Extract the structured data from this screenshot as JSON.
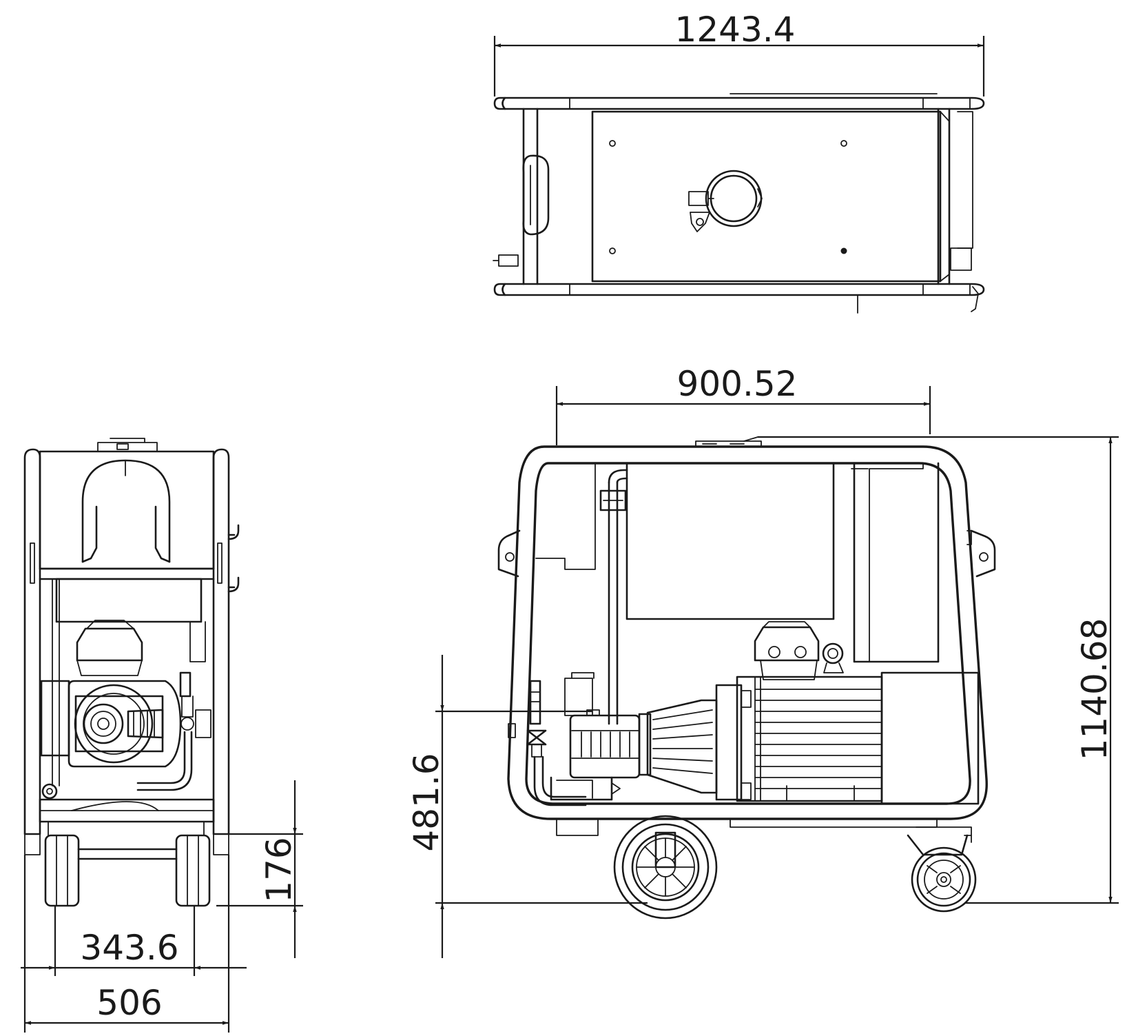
{
  "drawing": {
    "dimensions": {
      "top_length": "1243.4",
      "frame_length": "900.52",
      "overall_height": "1140.68",
      "outlet_height": "481.6",
      "ground_clearance": "176",
      "wheel_track": "343.6",
      "overall_width": "506"
    },
    "colors": {
      "line": "#1a1a1a",
      "background": "#ffffff"
    }
  }
}
